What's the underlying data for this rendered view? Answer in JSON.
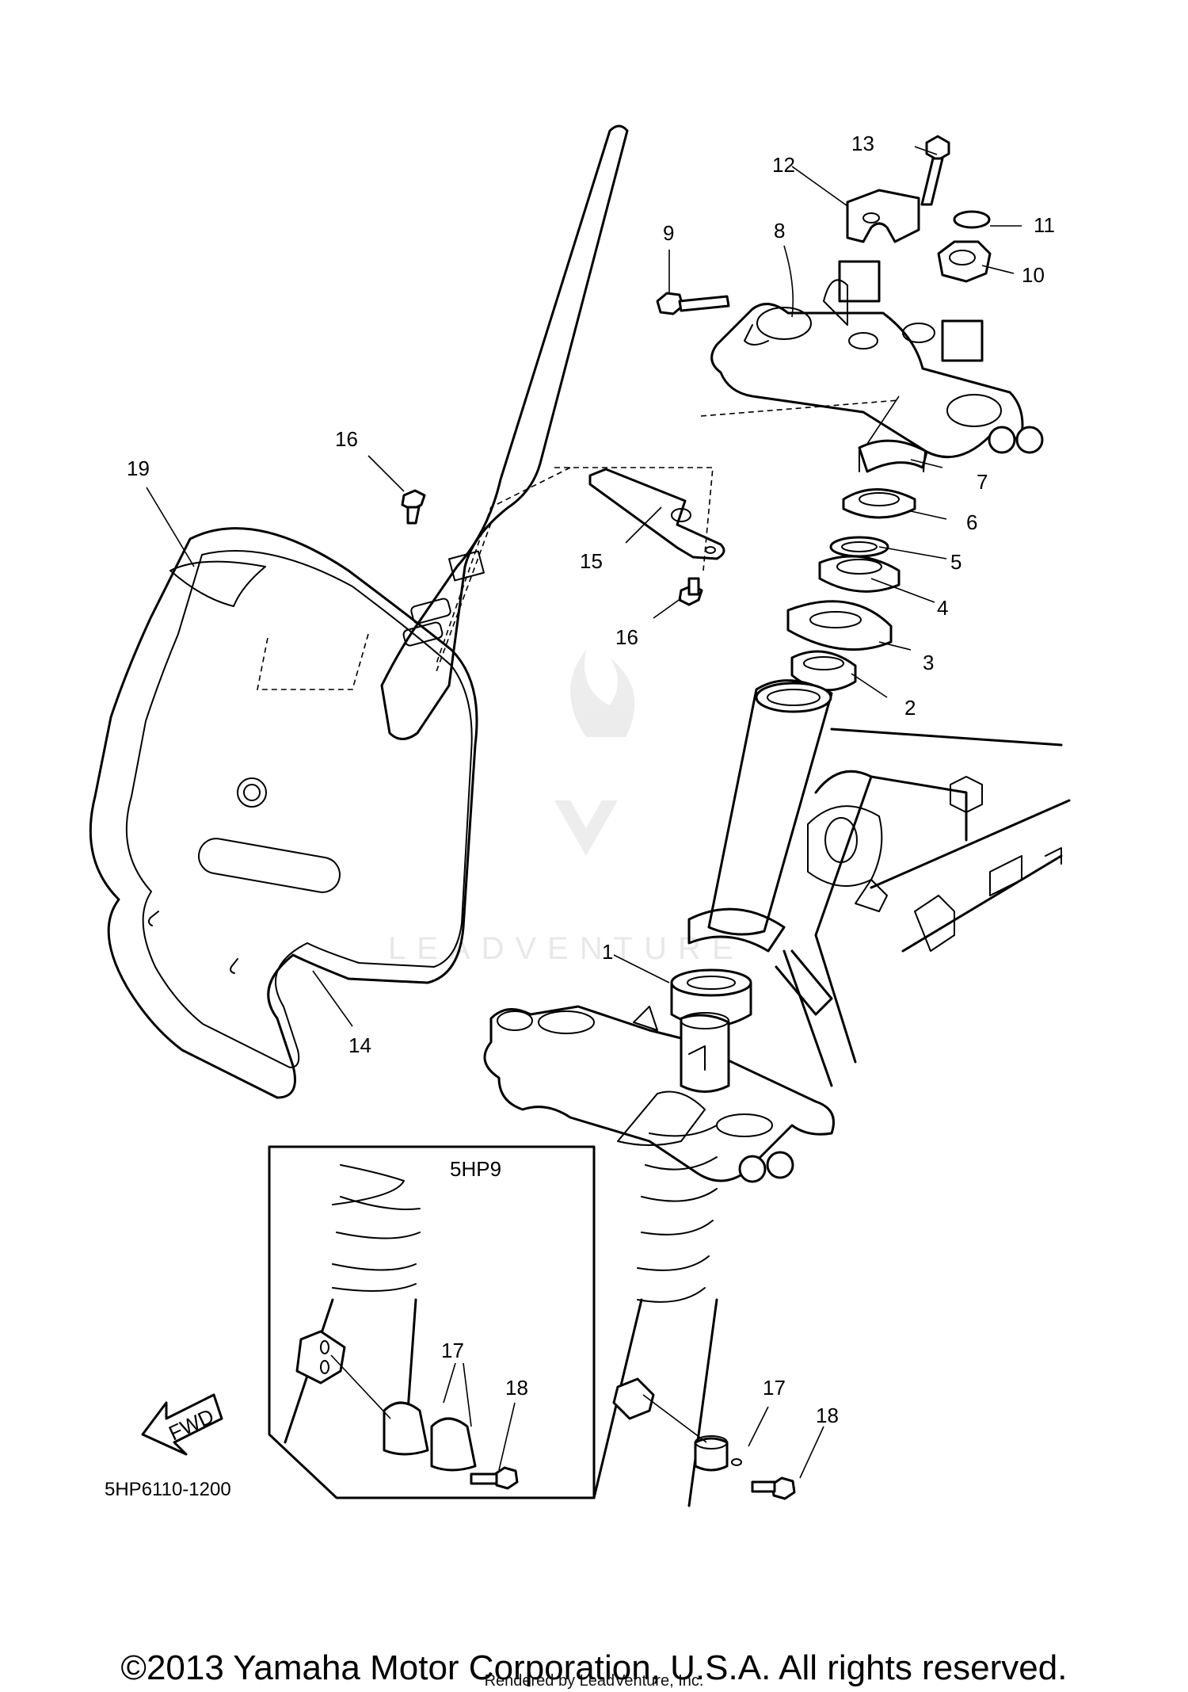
{
  "callouts": [
    {
      "num": "1"
    },
    {
      "num": "2"
    },
    {
      "num": "3"
    },
    {
      "num": "4"
    },
    {
      "num": "5"
    },
    {
      "num": "6"
    },
    {
      "num": "7"
    },
    {
      "num": "8"
    },
    {
      "num": "9"
    },
    {
      "num": "10"
    },
    {
      "num": "11"
    },
    {
      "num": "12"
    },
    {
      "num": "13"
    },
    {
      "num": "14"
    },
    {
      "num": "15"
    },
    {
      "num": "16"
    },
    {
      "num": "16"
    },
    {
      "num": "17"
    },
    {
      "num": "17"
    },
    {
      "num": "18"
    },
    {
      "num": "18"
    },
    {
      "num": "19"
    }
  ],
  "inset_model": "5HP9",
  "fwd_label": "FWD",
  "part_code": "5HP6110-1200",
  "watermark_text": "LEADVENTURE",
  "copyright": "©2013 Yamaha Motor Corporation, U.S.A. All rights reserved.",
  "rendered_by": "Rendered by LeadVenture, Inc."
}
